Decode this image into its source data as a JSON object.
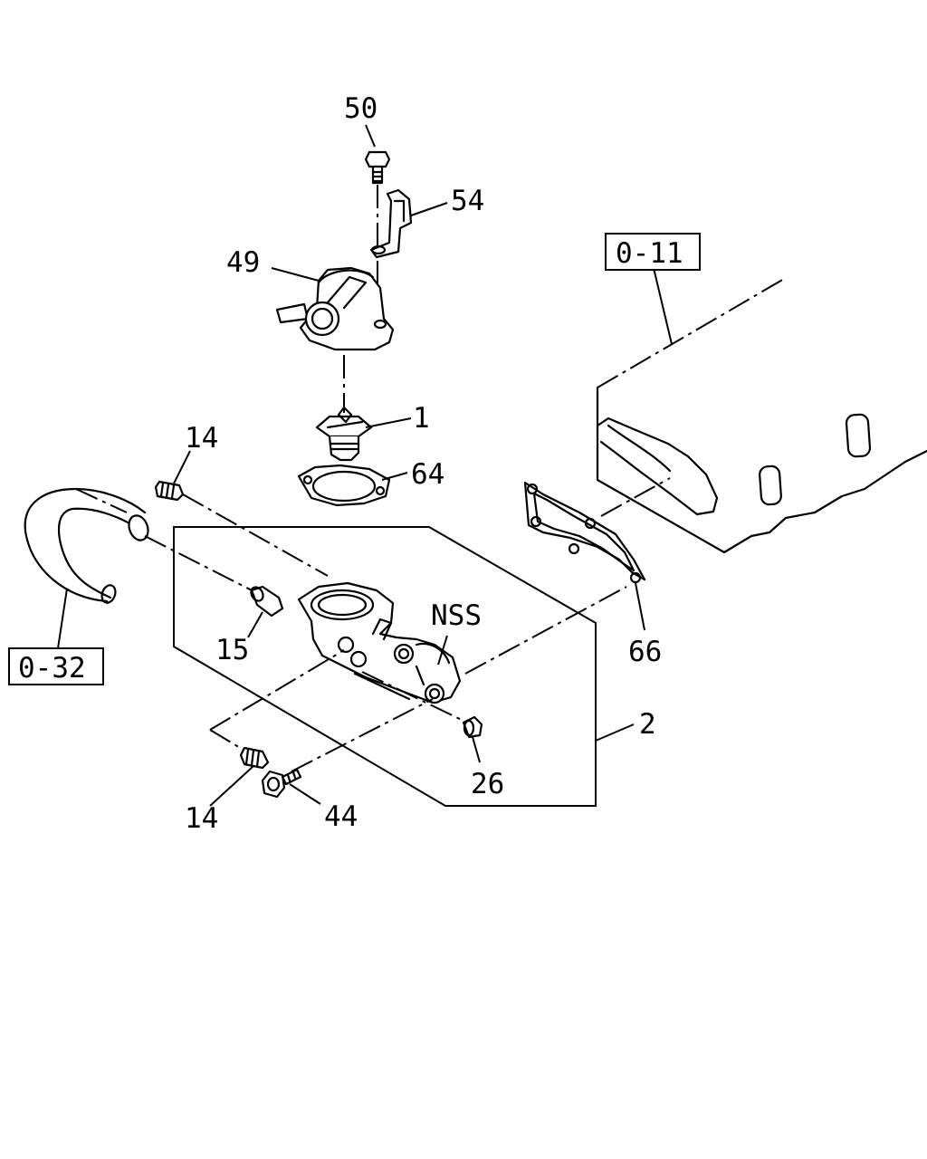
{
  "callouts": {
    "p50": "50",
    "p54": "54",
    "p49": "49",
    "p1": "1",
    "p64": "64",
    "p14_top": "14",
    "p15": "15",
    "nss": "NSS",
    "p66": "66",
    "p2": "2",
    "p26": "26",
    "p14_bottom": "14",
    "p44": "44"
  },
  "references": {
    "ref_o11": "0-11",
    "ref_o32": "0-32"
  },
  "colors": {
    "line": "#000000",
    "background": "#ffffff"
  }
}
